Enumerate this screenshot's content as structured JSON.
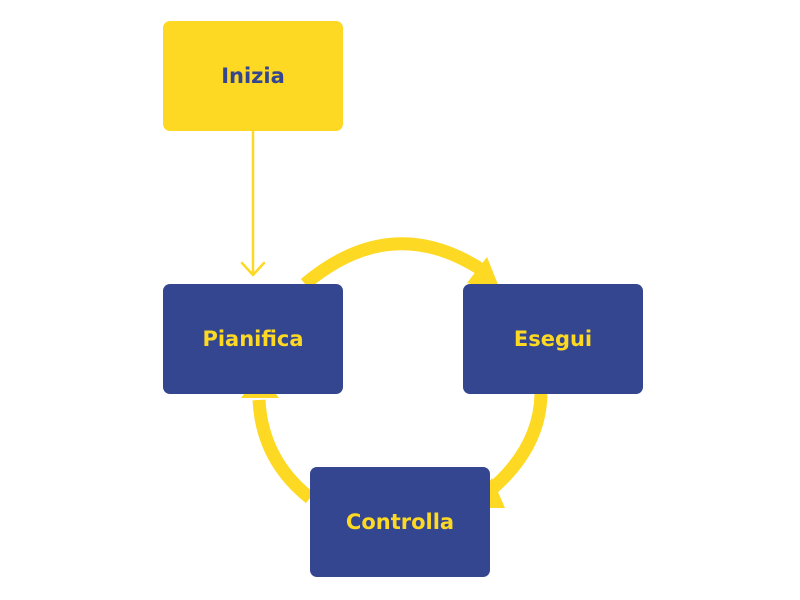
{
  "diagram": {
    "nodes": {
      "start": "Inizia",
      "plan": "Pianifica",
      "execute": "Esegui",
      "check": "Controlla"
    },
    "edges": [
      {
        "from": "Inizia",
        "to": "Pianifica"
      },
      {
        "from": "Pianifica",
        "to": "Esegui"
      },
      {
        "from": "Esegui",
        "to": "Controlla"
      },
      {
        "from": "Controlla",
        "to": "Pianifica"
      }
    ],
    "colors": {
      "yellow": "#fdd923",
      "blue": "#34468f",
      "background": "#ffffff"
    }
  }
}
